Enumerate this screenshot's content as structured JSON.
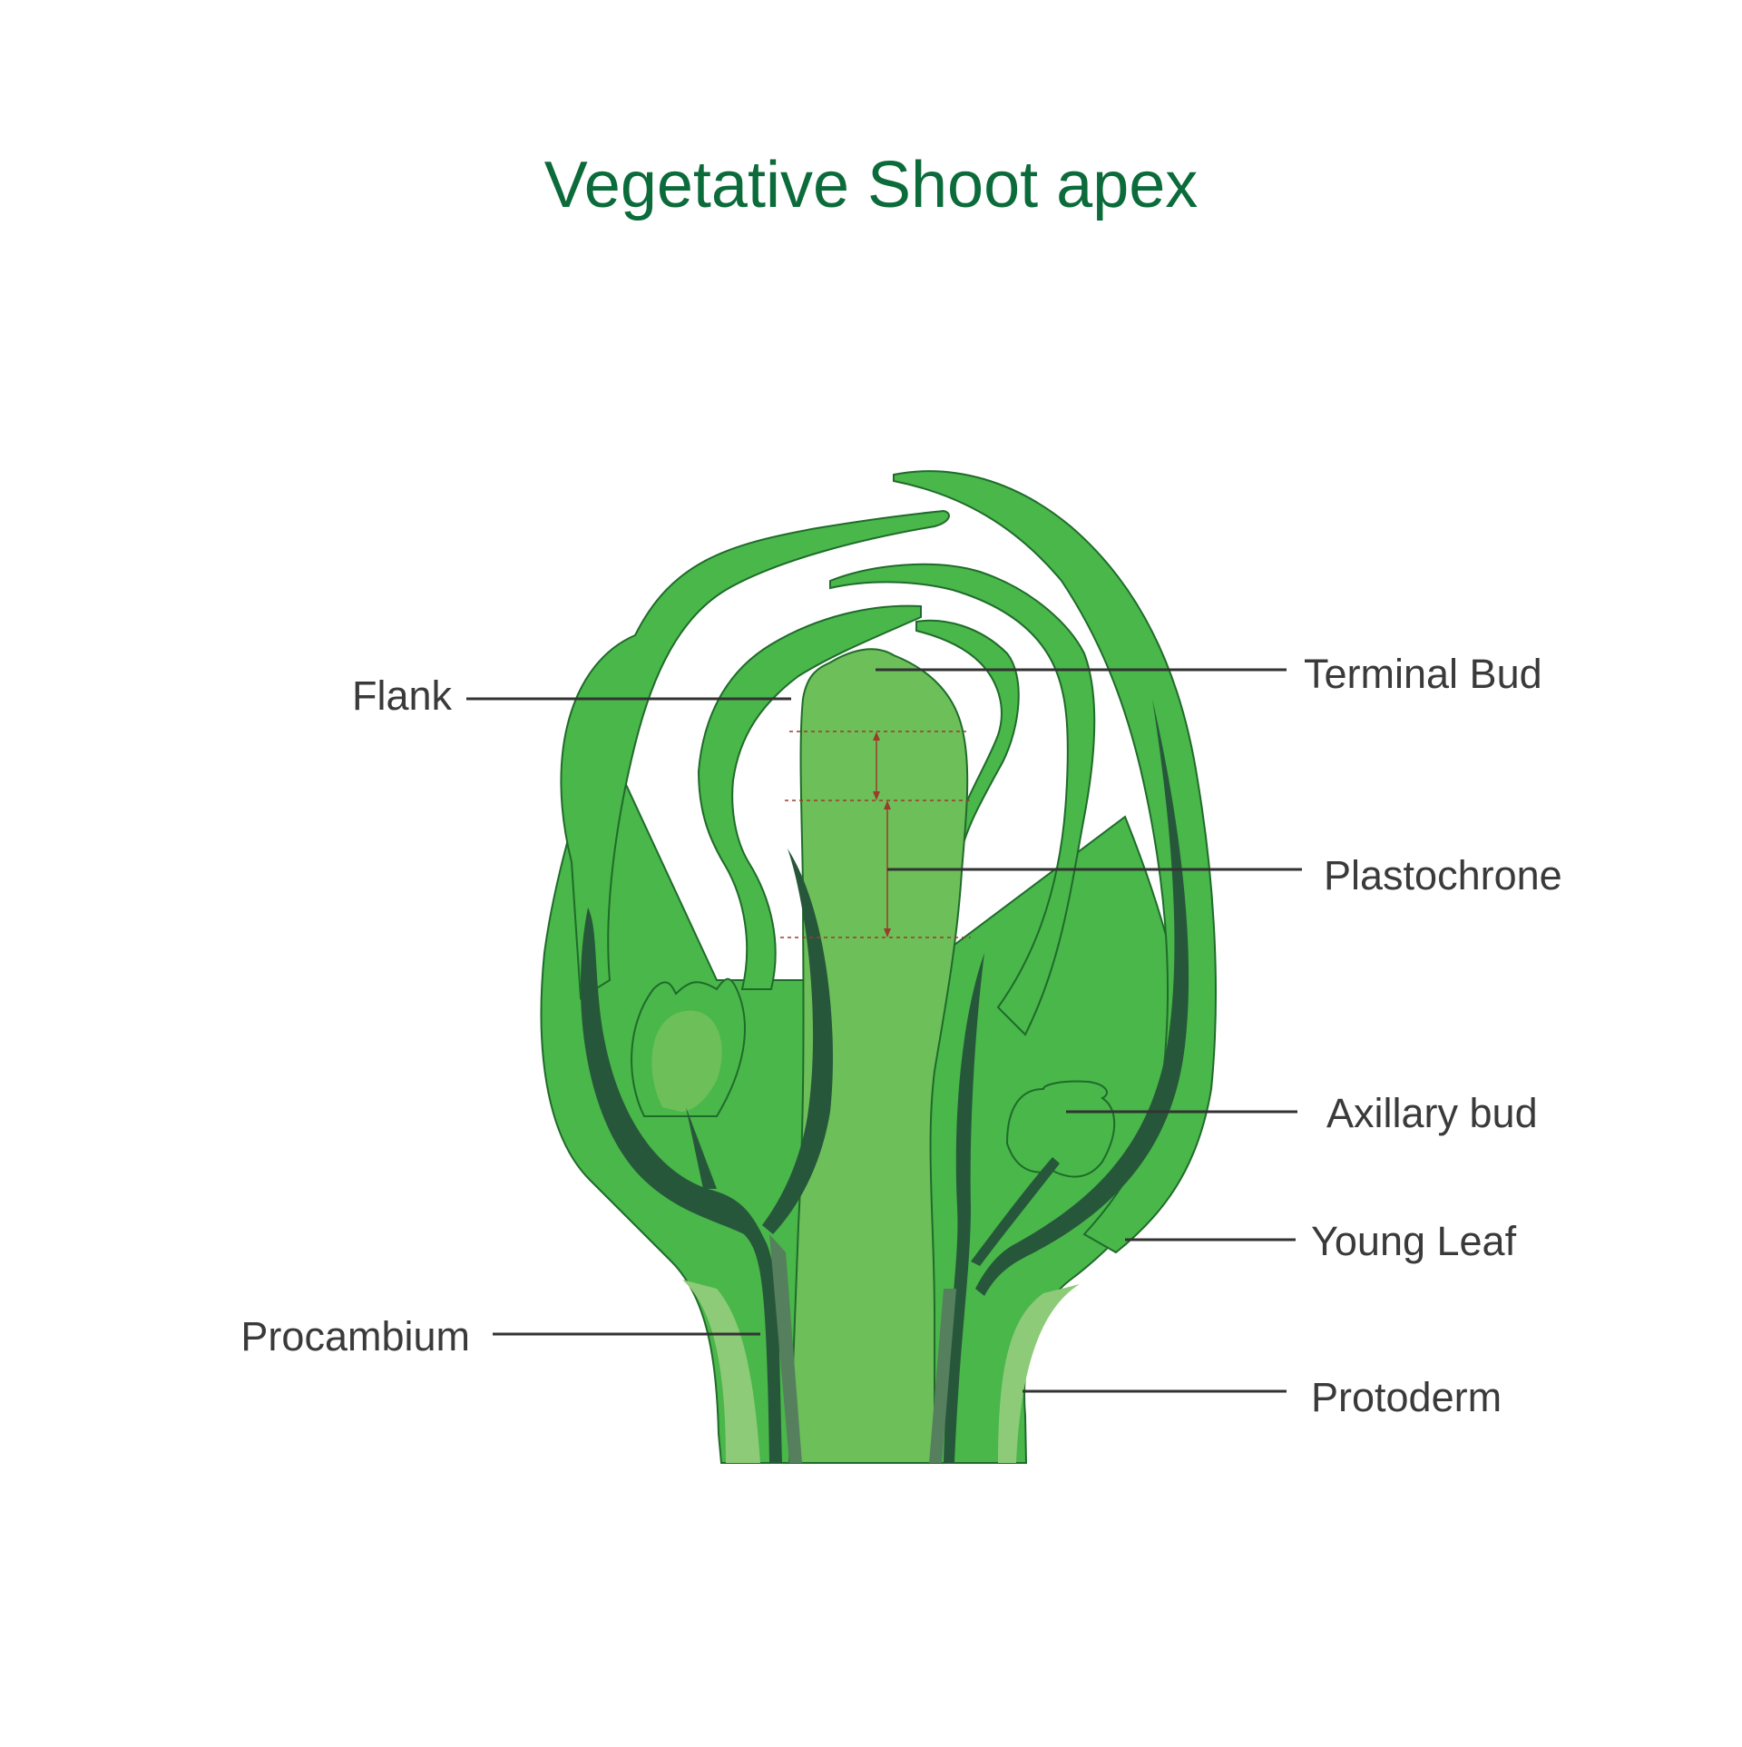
{
  "title": "Vegetative Shoot apex",
  "labels": {
    "flank": "Flank",
    "terminal_bud": "Terminal Bud",
    "plastochrone": "Plastochrone",
    "axillary_bud": "Axillary bud",
    "young_leaf": "Young Leaf",
    "procambium": "Procambium",
    "protoderm": "Protoderm"
  },
  "colors": {
    "title": "#0b6b3a",
    "label_text": "#3a3a3a",
    "leader_line": "#333333",
    "tissue_green": "#49b74a",
    "apex_green": "#6dbf59",
    "dark_vascular": "#27573a",
    "pale_protoderm": "#8ecb78",
    "vascular_grey_green": "#567f5e",
    "outline": "#1f6b2a",
    "measure_red": "#9b3b2b"
  }
}
